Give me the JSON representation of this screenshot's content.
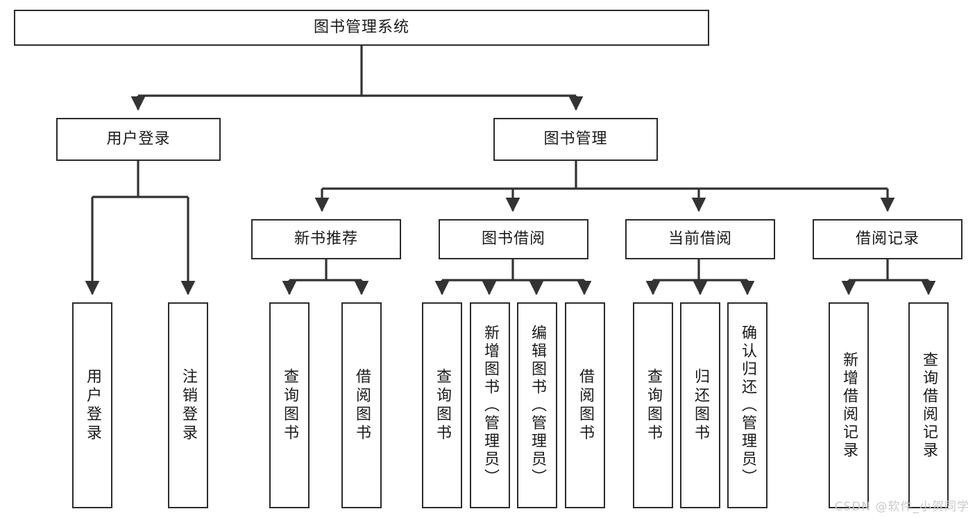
{
  "diagram": {
    "title": "图书管理系统",
    "type": "hierarchy-tree",
    "theme": {
      "background": "#ffffff",
      "box_border": "#2b2b2b",
      "box_fill": "#ffffff",
      "edge_color": "#333333",
      "text_color": "#1a1a1a",
      "watermark_color": "#c9c9c9"
    },
    "root": {
      "id": "root",
      "label": "图书管理系统"
    },
    "level2": [
      {
        "id": "user-login",
        "label": "用户登录"
      },
      {
        "id": "book-management",
        "label": "图书管理"
      }
    ],
    "level3": [
      {
        "id": "new-book-recommend",
        "label": "新书推荐"
      },
      {
        "id": "book-borrow",
        "label": "图书借阅"
      },
      {
        "id": "current-borrow",
        "label": "当前借阅"
      },
      {
        "id": "borrow-record",
        "label": "借阅记录"
      }
    ],
    "leaves": {
      "user_login": [
        {
          "id": "leaf-user-login",
          "label": "用户登录"
        },
        {
          "id": "leaf-logout",
          "label": "注销登录"
        }
      ],
      "new_book_recommend": [
        {
          "id": "leaf-query-book-1",
          "label": "查询图书"
        },
        {
          "id": "leaf-borrow-book-1",
          "label": "借阅图书"
        }
      ],
      "book_borrow": [
        {
          "id": "leaf-query-book-2",
          "label": "查询图书"
        },
        {
          "id": "leaf-add-book",
          "label": "新增图书（管理员）"
        },
        {
          "id": "leaf-edit-book",
          "label": "编辑图书（管理员）"
        },
        {
          "id": "leaf-borrow-book-2",
          "label": "借阅图书"
        }
      ],
      "current_borrow": [
        {
          "id": "leaf-query-book-3",
          "label": "查询图书"
        },
        {
          "id": "leaf-return-book",
          "label": "归还图书"
        },
        {
          "id": "leaf-confirm-return",
          "label": "确认归还（管理员）"
        }
      ],
      "borrow_record": [
        {
          "id": "leaf-add-record",
          "label": "新增借阅记录"
        },
        {
          "id": "leaf-query-record",
          "label": "查询借阅记录"
        }
      ]
    }
  },
  "watermark": {
    "text": "CSDN @软件_小贺同学"
  }
}
